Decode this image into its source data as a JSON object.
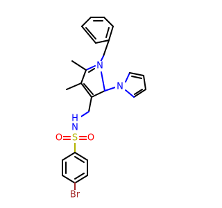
{
  "atoms": {
    "n_benzyl": {
      "text": "N",
      "color": "#0000ff"
    },
    "n_pyrrole": {
      "text": "N",
      "color": "#0000ff"
    },
    "nh": {
      "text": "H",
      "color": "#0000ff"
    },
    "n_sulfonamide": {
      "text": "N",
      "color": "#0000ff"
    },
    "s": {
      "text": "S",
      "color": "#b3b300"
    },
    "o_left": {
      "text": "O",
      "color": "#ff0000"
    },
    "o_right": {
      "text": "O",
      "color": "#ff0000"
    },
    "br": {
      "text": "Br",
      "color": "#a52a2a"
    }
  }
}
